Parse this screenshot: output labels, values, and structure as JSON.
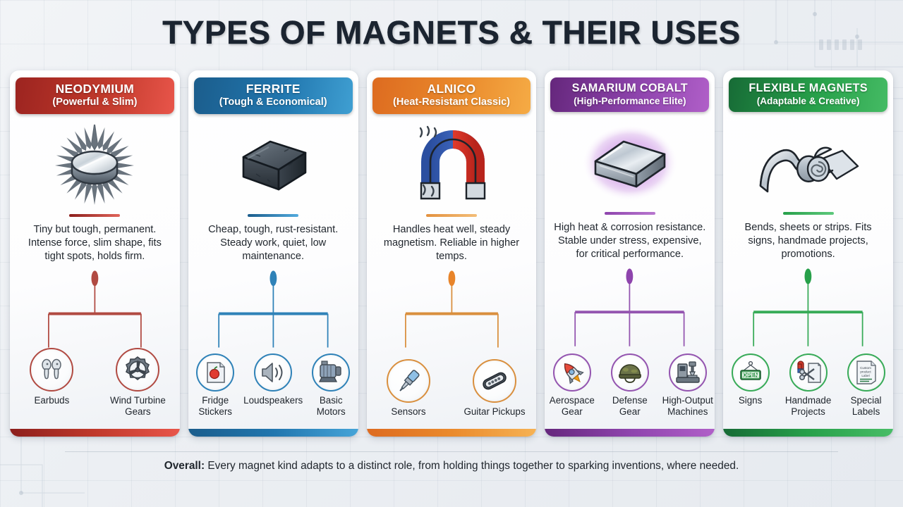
{
  "title": "TYPES OF MAGNETS & THEIR USES",
  "footer": {
    "lead": "Overall:",
    "text": " Every magnet kind adapts to a distinct role, from holding things together to sparking inventions, where needed."
  },
  "cards": [
    {
      "name": "NEODYMIUM",
      "subtitle": "(Powerful & Slim)",
      "description": "Tiny but tough, permanent. Intense force, slim shape, fits tight spots, holds firm.",
      "color": "#c0392b",
      "color_dark": "#9c2420",
      "color_light": "#e8554a",
      "hero_icon": "radiating-disc-magnet-icon",
      "uses": [
        {
          "label": "Earbuds",
          "icon": "earbuds-icon"
        },
        {
          "label": "Wind Turbine Gears",
          "icon": "turbine-gear-icon"
        }
      ]
    },
    {
      "name": "FERRITE",
      "subtitle": "(Tough & Economical)",
      "description": "Cheap, tough, rust-resistant. Steady work, quiet, low maintenance.",
      "color": "#2176ae",
      "color_dark": "#1b5d8c",
      "color_light": "#44a3d6",
      "hero_icon": "ferrite-block-icon",
      "uses": [
        {
          "label": "Fridge Stickers",
          "icon": "fridge-sticker-icon"
        },
        {
          "label": "Loudspeakers",
          "icon": "loudspeaker-icon"
        },
        {
          "label": "Basic Motors",
          "icon": "electric-motor-icon"
        }
      ]
    },
    {
      "name": "ALNICO",
      "subtitle": "(Heat-Resistant Classic)",
      "description": "Handles heat well, steady magnetism. Reliable in higher temps.",
      "color": "#e8842a",
      "color_dark": "#dd6b20",
      "color_light": "#f5a742",
      "hero_icon": "horseshoe-magnet-heat-icon",
      "uses": [
        {
          "label": "Sensors",
          "icon": "sensor-probe-icon"
        },
        {
          "label": "Guitar Pickups",
          "icon": "guitar-pickup-icon"
        }
      ]
    },
    {
      "name": "SAMARIUM COBALT",
      "subtitle": "(High-Performance Elite)",
      "description": "High heat & corrosion resistance. Stable under stress, expensive, for critical performance.",
      "color": "#8e44ad",
      "color_dark": "#6b2d84",
      "color_light": "#b158cd",
      "hero_icon": "glowing-metal-block-icon",
      "uses": [
        {
          "label": "Aerospace Gear",
          "icon": "rocket-icon"
        },
        {
          "label": "Defense Gear",
          "icon": "helmet-icon"
        },
        {
          "label": "High-Output Machines",
          "icon": "cnc-machine-icon"
        }
      ]
    },
    {
      "name": "FLEXIBLE MAGNETS",
      "subtitle": "(Adaptable & Creative)",
      "description": "Bends, sheets or strips. Fits signs, handmade projects, promotions.",
      "color": "#27a04a",
      "color_dark": "#18703a",
      "color_light": "#43bb63",
      "hero_icon": "flexible-strip-roll-icon",
      "uses": [
        {
          "label": "Signs",
          "icon": "open-sign-icon"
        },
        {
          "label": "Handmade Projects",
          "icon": "scissors-craft-icon"
        },
        {
          "label": "Special Labels",
          "icon": "product-label-icon"
        }
      ]
    }
  ]
}
